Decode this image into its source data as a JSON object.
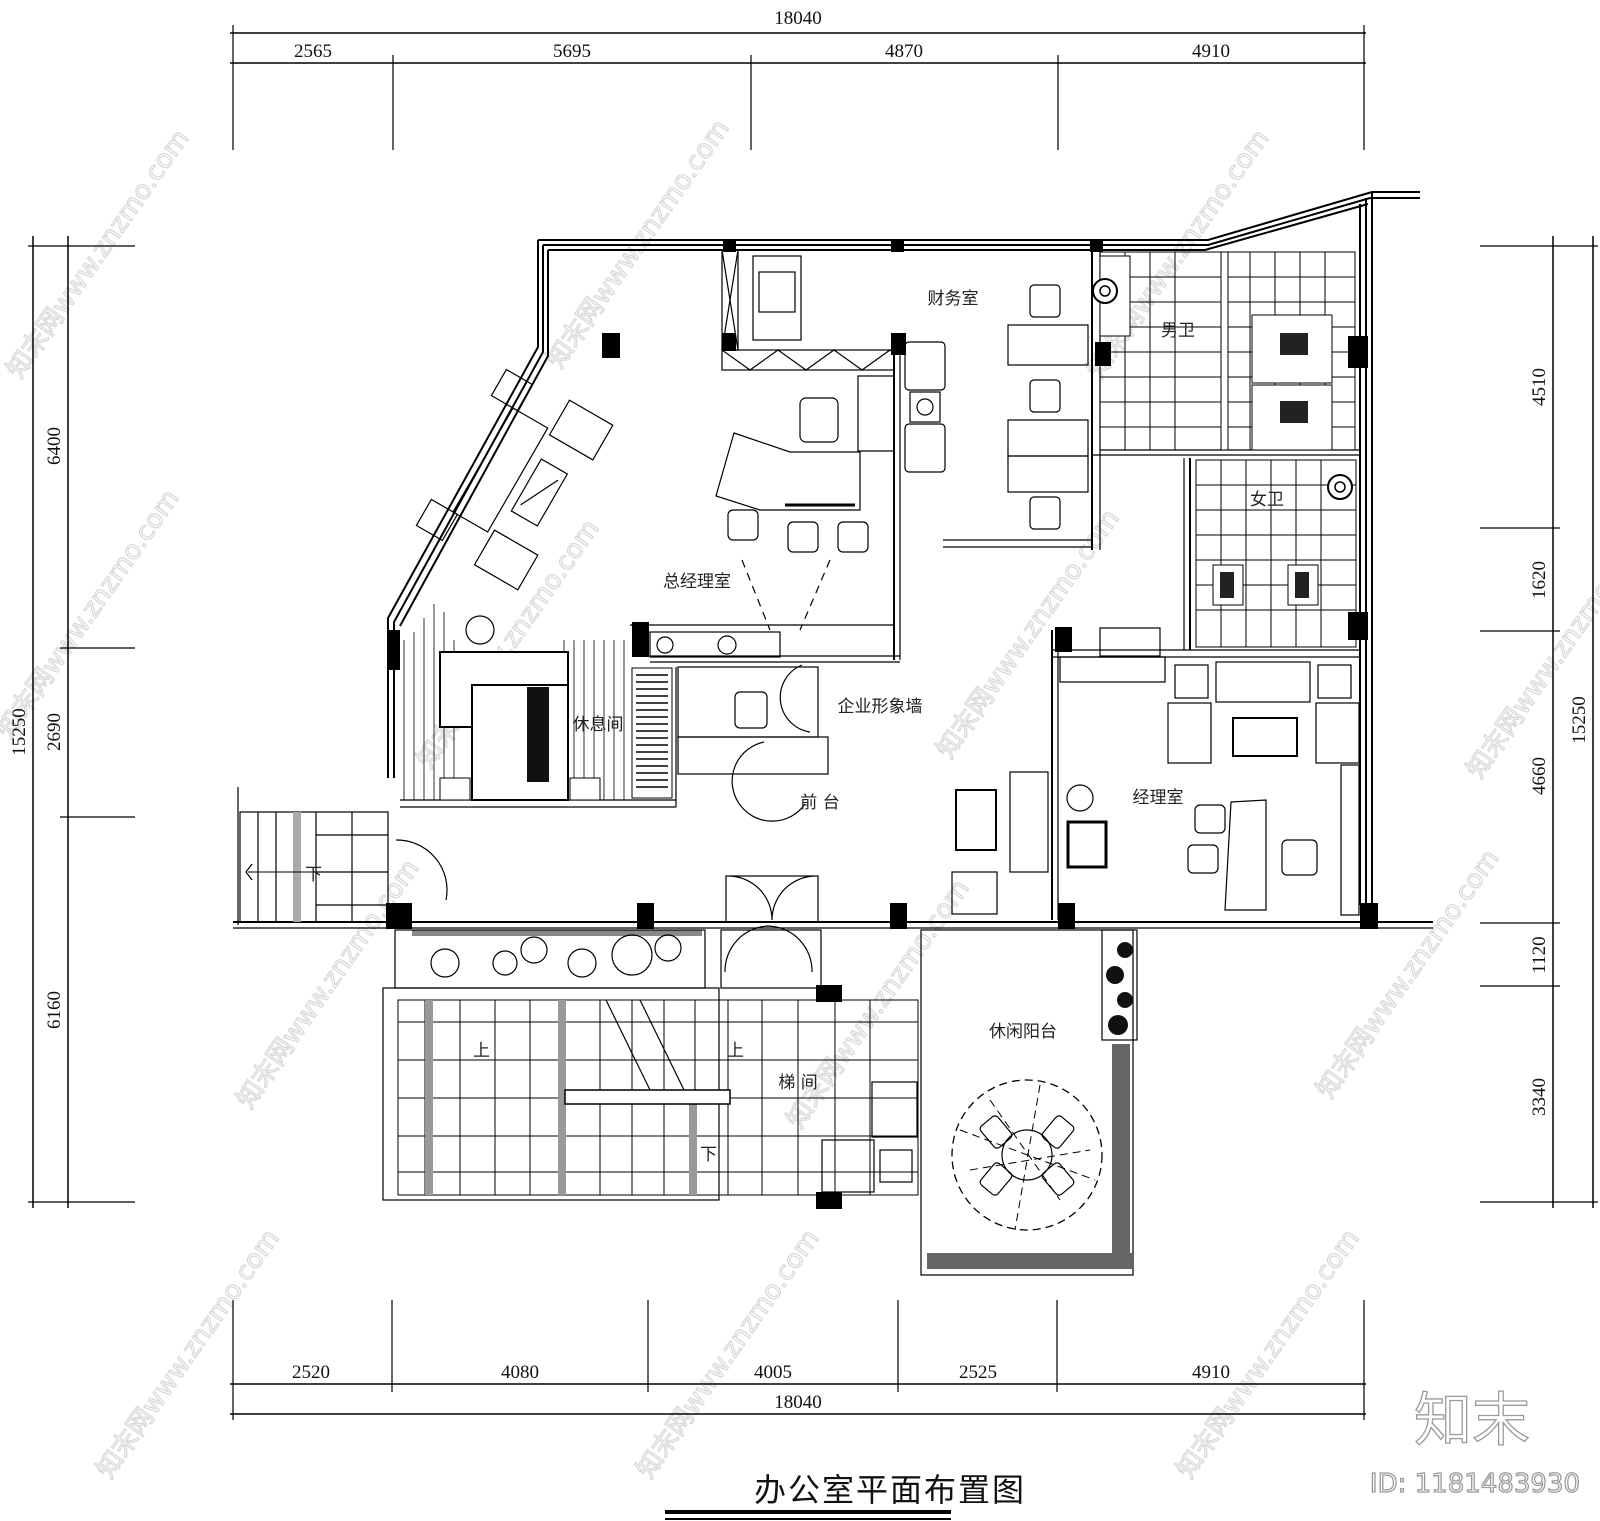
{
  "drawing": {
    "title": "办公室平面布置图",
    "watermark_text": "知末网www.znzmo.com",
    "brand": {
      "logo": "知末",
      "id_label": "ID: 1181483930"
    }
  },
  "dimensions": {
    "top": {
      "total": "18040",
      "segments": [
        "2565",
        "5695",
        "4870",
        "4910"
      ]
    },
    "bottom": {
      "total": "18040",
      "segments": [
        "2520",
        "4080",
        "4005",
        "2525",
        "4910"
      ]
    },
    "left": {
      "total": "15250",
      "segments": [
        "6400",
        "2690",
        "6160"
      ]
    },
    "right": {
      "total": "15250",
      "segments": [
        "4510",
        "1620",
        "4660",
        "1120",
        "3340"
      ]
    }
  },
  "rooms": {
    "finance": "财务室",
    "mens_wc": "男卫",
    "womens_wc": "女卫",
    "gm_office": "总经理室",
    "lounge": "休息间",
    "image_wall": "企业形象墙",
    "reception": "前 台",
    "manager_office": "经理室",
    "stairwell": "梯 间",
    "balcony": "休闲阳台"
  },
  "stair_marks": {
    "up": "上",
    "down": "下"
  }
}
